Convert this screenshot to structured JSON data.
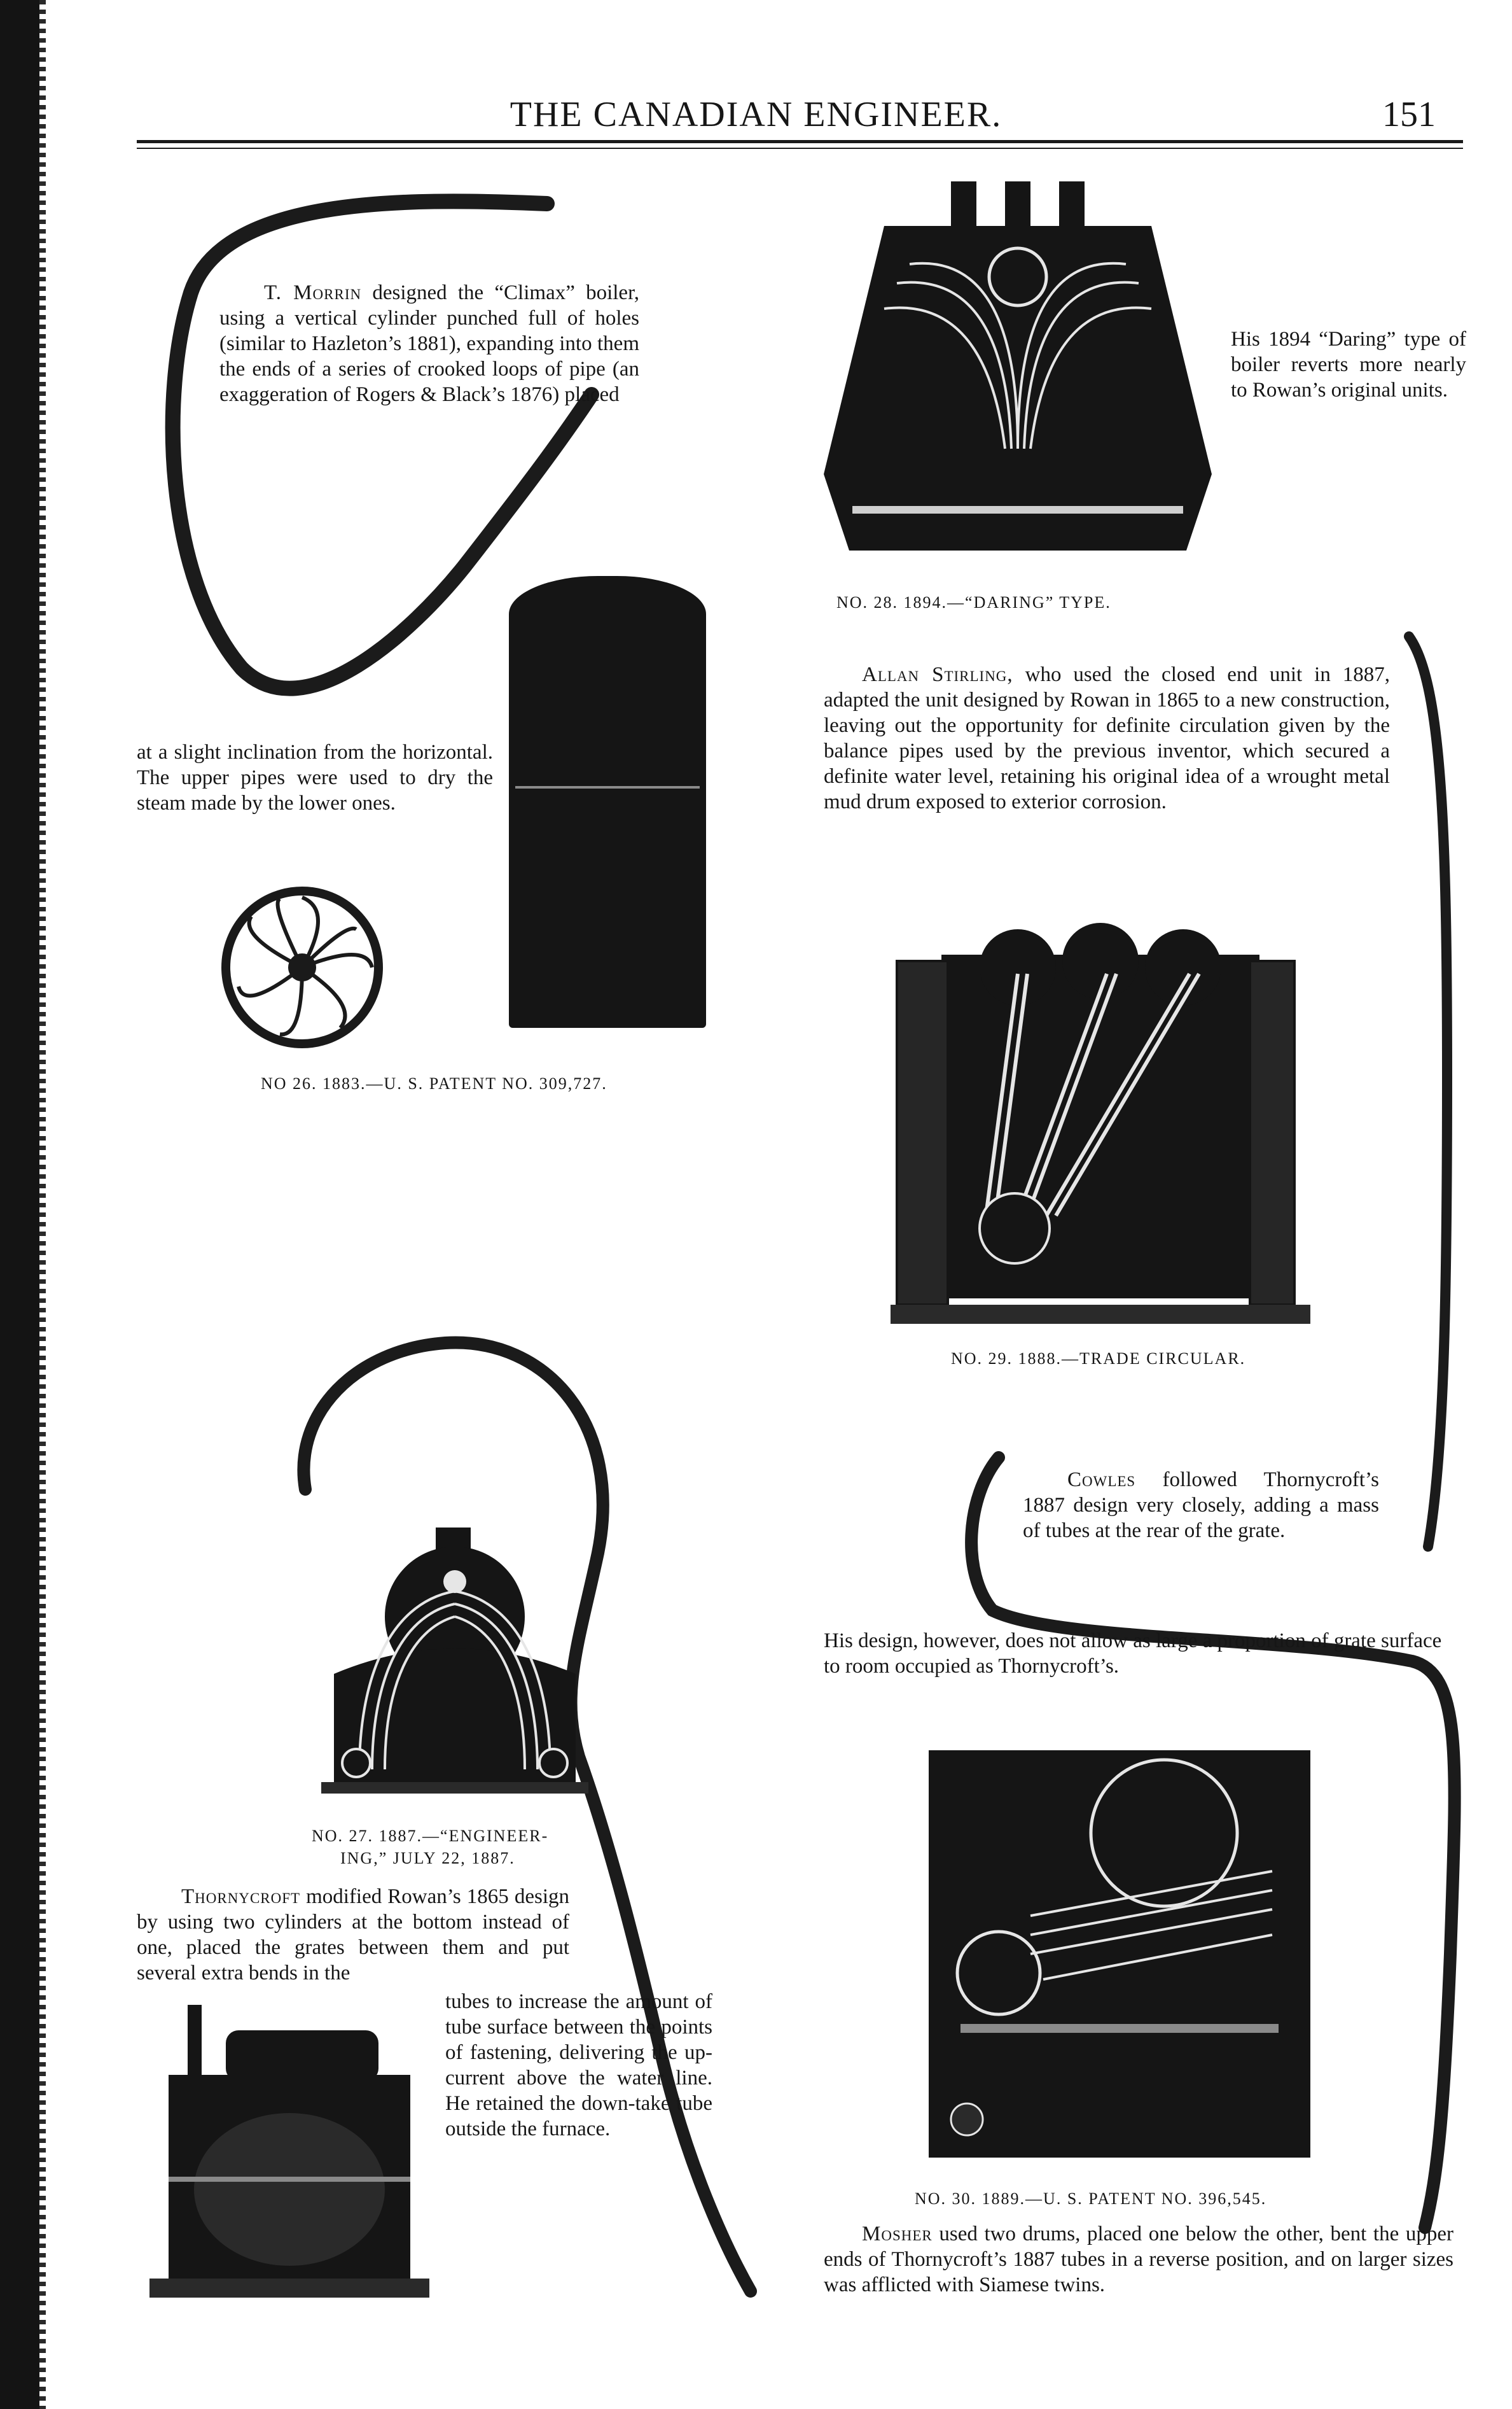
{
  "header": {
    "title": "THE CANADIAN ENGINEER.",
    "page_number": "151"
  },
  "morrin": {
    "name": "T. Morrin",
    "body_top": "designed the “Climax” boiler, using a vertical cylinder punched full of holes (similar to Hazleton’s 1881), expanding into them the ends of a series of crooked loops of pipe (an exaggeration of Rogers & Black’s 1876) placed",
    "body_bottom": "at a slight inclination from the horizontal. The upper pipes were used to dry the steam made by the lower ones."
  },
  "daring": {
    "body": "His 1894 “Daring” type of boiler reverts more nearly to Rowan’s original units."
  },
  "stirling": {
    "name": "Allan Stirling,",
    "body": "who used the closed end unit in 1887, adapted the unit designed by Rowan in 1865 to a new construction, leaving out the opportunity for definite circulation given by the balance pipes used by the previous inventor, which secured a definite water level, retaining his original idea of a wrought metal mud drum exposed to exterior corrosion."
  },
  "cowles": {
    "name": "Cowles",
    "body": "followed Thornycroft’s 1887 design very closely, adding a mass of tubes at the rear of the grate.",
    "body2": "His design, however, does not allow as large a proportion of grate surface to room occupied as Thornycroft’s."
  },
  "thornycroft": {
    "name": "Thornycroft",
    "body_wide": "modified Rowan’s 1865 design by using two cylinders at the bottom instead of one, placed the grates between them and put several extra bends in the",
    "body_narrow": "tubes to increase the amount of tube surface between the points of fastening, delivering the up-current above the water line. He retained the down-take tube outside the furnace."
  },
  "mosher": {
    "name": "Mosher",
    "body": "used two drums, placed one below the other, bent the upper ends of Thornycroft’s 1887 tubes in a reverse position, and on larger sizes was afflicted with Siamese twins."
  },
  "captions": {
    "fig26": "No 26.   1883.—U. S. Patent No. 309,727.",
    "fig27_line1": "No. 27.  1887.—“Engineer-",
    "fig27_line2": "ing,” July 22, 1887.",
    "fig28": "No. 28.   1894.—“Daring” Type.",
    "fig29": "No. 29.   1888.—Trade Circular.",
    "fig30": "No. 30.   1889.—U. S. Patent No. 396,545."
  },
  "figures": {
    "fig26_image": "boiler-cylinder-and-section-engraving",
    "fig27_image": "thornycroft-boiler-section-engraving",
    "fig27b_image": "thornycroft-boiler-exterior-engraving",
    "fig28_image": "daring-boiler-section-engraving",
    "fig29_image": "stirling-boiler-section-engraving",
    "fig30_image": "mosher-boiler-section-engraving"
  }
}
